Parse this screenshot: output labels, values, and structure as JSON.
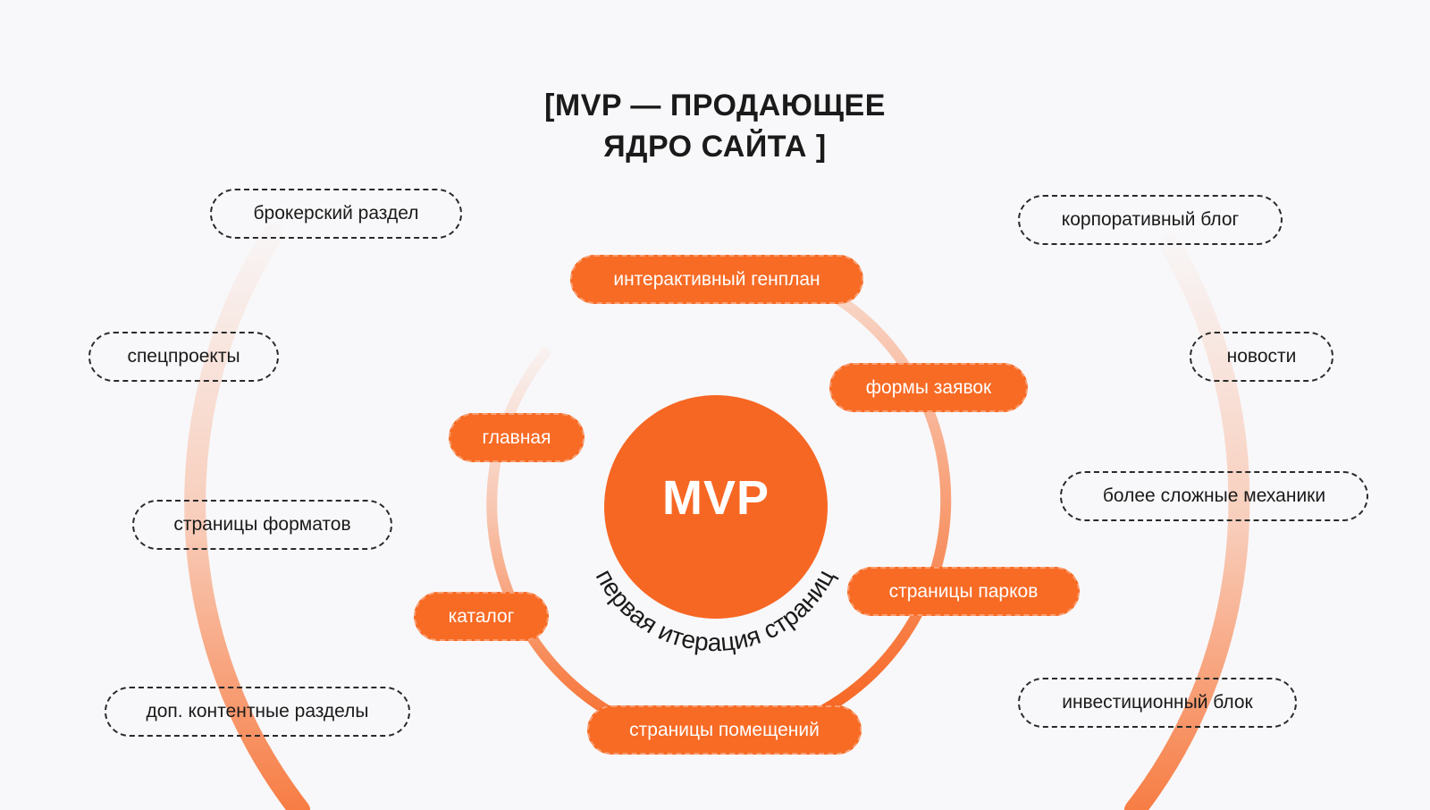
{
  "title": {
    "line1": "[MVP — ПРОДАЮЩЕЕ",
    "line2": "ЯДРО САЙТА ]"
  },
  "core": {
    "label": "MVP",
    "arc_caption": "первая итерация страниц"
  },
  "colors": {
    "accent": "#f76724",
    "pill_fill": "#f76b25",
    "background": "#f8f8fa",
    "outline_text": "#1a1a1a"
  },
  "inner_pills": [
    "интерактивный генплан",
    "формы заявок",
    "главная",
    "страницы парков",
    "каталог",
    "страницы помещений"
  ],
  "left_pills": [
    "брокерский раздел",
    "спецпроекты",
    "страницы форматов",
    "доп. контентные разделы"
  ],
  "right_pills": [
    "корпоративный блог",
    "новости",
    "более сложные механики",
    "инвестиционный блок"
  ]
}
